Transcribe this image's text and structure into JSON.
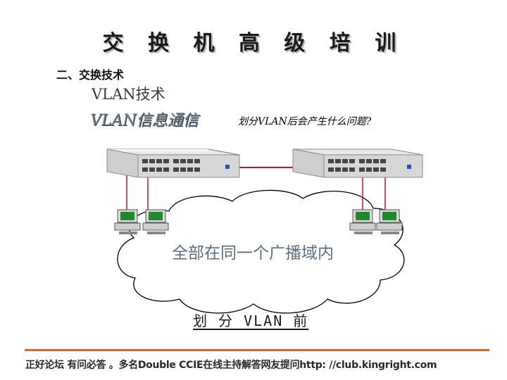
{
  "slide": {
    "title": "交 换 机 高 级 培 训",
    "section": "二、交换技术",
    "subtopic": "VLAN技术",
    "subtopic2": "VLAN信息通信",
    "question": "划分VLAN后会产生什么问题?",
    "cloud_text": "全部在同一个广播域内",
    "caption": "划 分 VLAN 前",
    "footer": "正好论坛 有问必答 。多名Double CCIE在线主持解答网友提问http: //club.kingright.com"
  },
  "colors": {
    "link_red": "#c8102e",
    "footer_line": "#e0641e",
    "monitor_screen": "#1f8a2c"
  },
  "icons": [
    "switch-icon",
    "computer-icon",
    "cloud-icon"
  ]
}
